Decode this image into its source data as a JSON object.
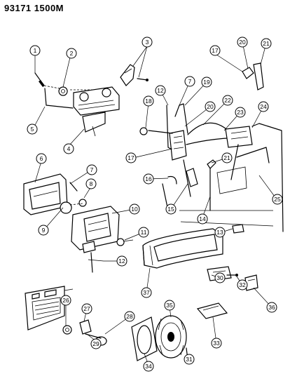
{
  "header": {
    "code": "93171 1500M"
  },
  "callouts": [
    {
      "id": "c1",
      "label": "1"
    },
    {
      "id": "c2",
      "label": "2"
    },
    {
      "id": "c3",
      "label": "3"
    },
    {
      "id": "c4",
      "label": "4"
    },
    {
      "id": "c5",
      "label": "5"
    },
    {
      "id": "c6",
      "label": "6"
    },
    {
      "id": "c7a",
      "label": "7"
    },
    {
      "id": "c7b",
      "label": "7"
    },
    {
      "id": "c8",
      "label": "8"
    },
    {
      "id": "c9",
      "label": "9"
    },
    {
      "id": "c10",
      "label": "10"
    },
    {
      "id": "c11",
      "label": "11"
    },
    {
      "id": "c12a",
      "label": "12"
    },
    {
      "id": "c12b",
      "label": "12"
    },
    {
      "id": "c13",
      "label": "13"
    },
    {
      "id": "c14",
      "label": "14"
    },
    {
      "id": "c15",
      "label": "15"
    },
    {
      "id": "c16",
      "label": "16"
    },
    {
      "id": "c17a",
      "label": "17"
    },
    {
      "id": "c17b",
      "label": "17"
    },
    {
      "id": "c18",
      "label": "18"
    },
    {
      "id": "c19",
      "label": "19"
    },
    {
      "id": "c20a",
      "label": "20"
    },
    {
      "id": "c20b",
      "label": "20"
    },
    {
      "id": "c21a",
      "label": "21"
    },
    {
      "id": "c21b",
      "label": "21"
    },
    {
      "id": "c22",
      "label": "22"
    },
    {
      "id": "c23",
      "label": "23"
    },
    {
      "id": "c24",
      "label": "24"
    },
    {
      "id": "c25",
      "label": "25"
    },
    {
      "id": "c26",
      "label": "26"
    },
    {
      "id": "c27",
      "label": "27"
    },
    {
      "id": "c28",
      "label": "28"
    },
    {
      "id": "c29",
      "label": "29"
    },
    {
      "id": "c30",
      "label": "30"
    },
    {
      "id": "c31",
      "label": "31"
    },
    {
      "id": "c32",
      "label": "32"
    },
    {
      "id": "c33",
      "label": "33"
    },
    {
      "id": "c34",
      "label": "34"
    },
    {
      "id": "c35",
      "label": "35"
    },
    {
      "id": "c36",
      "label": "36"
    },
    {
      "id": "c37",
      "label": "37"
    }
  ]
}
